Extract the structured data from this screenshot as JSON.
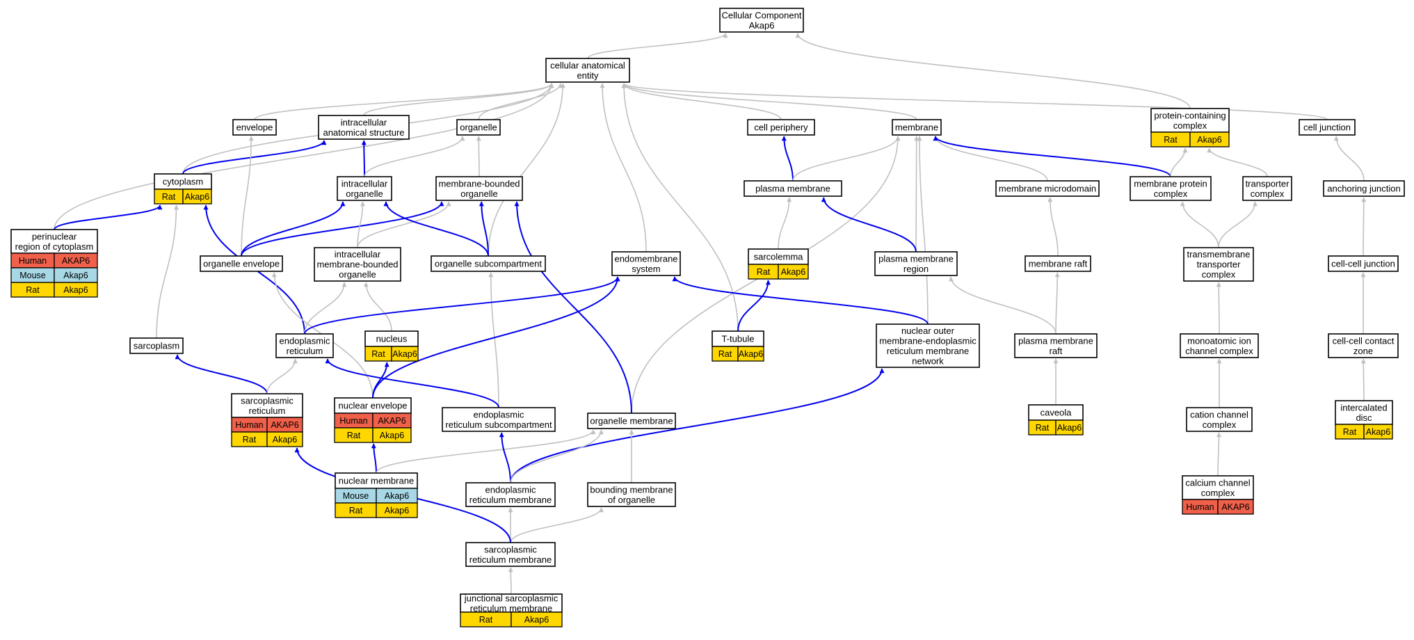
{
  "colors": {
    "human": "#f0604a",
    "mouse": "#a8d8e6",
    "rat": "#ffd700",
    "grey_edge": "#c0c0c0",
    "blue_edge": "#0000ee"
  },
  "nodes": [
    {
      "id": "root",
      "label": [
        "Cellular Component",
        "Akap6"
      ]
    },
    {
      "id": "cae",
      "label": [
        "cellular anatomical",
        "entity"
      ]
    },
    {
      "id": "envelope",
      "label": [
        "envelope"
      ]
    },
    {
      "id": "ias",
      "label": [
        "intracellular",
        "anatomical structure"
      ]
    },
    {
      "id": "organelle",
      "label": [
        "organelle"
      ]
    },
    {
      "id": "cellperiph",
      "label": [
        "cell periphery"
      ]
    },
    {
      "id": "membrane",
      "label": [
        "membrane"
      ]
    },
    {
      "id": "pcc",
      "label": [
        "protein-containing",
        "complex"
      ],
      "species": [
        [
          "rat",
          "Rat",
          "Akap6"
        ]
      ]
    },
    {
      "id": "celljunction",
      "label": [
        "cell junction"
      ]
    },
    {
      "id": "cytoplasm",
      "label": [
        "cytoplasm"
      ],
      "species": [
        [
          "rat",
          "Rat",
          "Akap6"
        ]
      ]
    },
    {
      "id": "intraorg",
      "label": [
        "intracellular",
        "organelle"
      ]
    },
    {
      "id": "mbo",
      "label": [
        "membrane-bounded",
        "organelle"
      ]
    },
    {
      "id": "plasmamem",
      "label": [
        "plasma membrane"
      ]
    },
    {
      "id": "memmicro",
      "label": [
        "membrane microdomain"
      ]
    },
    {
      "id": "mpc",
      "label": [
        "membrane protein",
        "complex"
      ]
    },
    {
      "id": "transcomp",
      "label": [
        "transporter",
        "complex"
      ]
    },
    {
      "id": "anchjunc",
      "label": [
        "anchoring junction"
      ]
    },
    {
      "id": "perinuc",
      "label": [
        "perinuclear",
        "region of cytoplasm"
      ],
      "species": [
        [
          "human",
          "Human",
          "AKAP6"
        ],
        [
          "mouse",
          "Mouse",
          "Akap6"
        ],
        [
          "rat",
          "Rat",
          "Akap6"
        ]
      ]
    },
    {
      "id": "orgenv",
      "label": [
        "organelle envelope"
      ]
    },
    {
      "id": "imbo",
      "label": [
        "intracellular",
        "membrane-bounded",
        "organelle"
      ]
    },
    {
      "id": "orgsub",
      "label": [
        "organelle subcompartment"
      ]
    },
    {
      "id": "endosys",
      "label": [
        "endomembrane",
        "system"
      ]
    },
    {
      "id": "sarcolemma",
      "label": [
        "sarcolemma"
      ],
      "species": [
        [
          "rat",
          "Rat",
          "Akap6"
        ]
      ]
    },
    {
      "id": "pmregion",
      "label": [
        "plasma membrane",
        "region"
      ]
    },
    {
      "id": "memraft",
      "label": [
        "membrane raft"
      ]
    },
    {
      "id": "tmtc",
      "label": [
        "transmembrane",
        "transporter",
        "complex"
      ]
    },
    {
      "id": "ccjunc",
      "label": [
        "cell-cell junction"
      ]
    },
    {
      "id": "sarcoplasm",
      "label": [
        "sarcoplasm"
      ]
    },
    {
      "id": "er",
      "label": [
        "endoplasmic",
        "reticulum"
      ]
    },
    {
      "id": "nucleus",
      "label": [
        "nucleus"
      ],
      "species": [
        [
          "rat",
          "Rat",
          "Akap6"
        ]
      ]
    },
    {
      "id": "ttubule",
      "label": [
        "T-tubule"
      ],
      "species": [
        [
          "rat",
          "Rat",
          "Akap6"
        ]
      ]
    },
    {
      "id": "nomer",
      "label": [
        "nuclear outer",
        "membrane-endoplasmic",
        "reticulum membrane",
        "network"
      ]
    },
    {
      "id": "pmraft",
      "label": [
        "plasma membrane",
        "raft"
      ]
    },
    {
      "id": "maicc",
      "label": [
        "monoatomic ion",
        "channel complex"
      ]
    },
    {
      "id": "cczone",
      "label": [
        "cell-cell contact",
        "zone"
      ]
    },
    {
      "id": "sr",
      "label": [
        "sarcoplasmic",
        "reticulum"
      ],
      "species": [
        [
          "human",
          "Human",
          "AKAP6"
        ],
        [
          "rat",
          "Rat",
          "Akap6"
        ]
      ]
    },
    {
      "id": "nucenv",
      "label": [
        "nuclear envelope"
      ],
      "species": [
        [
          "human",
          "Human",
          "AKAP6"
        ],
        [
          "rat",
          "Rat",
          "Akap6"
        ]
      ]
    },
    {
      "id": "ersub",
      "label": [
        "endoplasmic",
        "reticulum subcompartment"
      ]
    },
    {
      "id": "orgmem",
      "label": [
        "organelle membrane"
      ]
    },
    {
      "id": "caveola",
      "label": [
        "caveola"
      ],
      "species": [
        [
          "rat",
          "Rat",
          "Akap6"
        ]
      ]
    },
    {
      "id": "catcc",
      "label": [
        "cation channel",
        "complex"
      ]
    },
    {
      "id": "intdisc",
      "label": [
        "intercalated",
        "disc"
      ],
      "species": [
        [
          "rat",
          "Rat",
          "Akap6"
        ]
      ]
    },
    {
      "id": "nucmem",
      "label": [
        "nuclear membrane"
      ],
      "species": [
        [
          "mouse",
          "Mouse",
          "Akap6"
        ],
        [
          "rat",
          "Rat",
          "Akap6"
        ]
      ]
    },
    {
      "id": "ermem",
      "label": [
        "endoplasmic",
        "reticulum membrane"
      ]
    },
    {
      "id": "bmo",
      "label": [
        "bounding membrane",
        "of organelle"
      ]
    },
    {
      "id": "calcc",
      "label": [
        "calcium channel",
        "complex"
      ],
      "species": [
        [
          "human",
          "Human",
          "AKAP6"
        ]
      ]
    },
    {
      "id": "srmem",
      "label": [
        "sarcoplasmic",
        "reticulum membrane"
      ]
    },
    {
      "id": "jsrm",
      "label": [
        "junctional sarcoplasmic",
        "reticulum membrane"
      ],
      "species": [
        [
          "rat",
          "Rat",
          "Akap6"
        ]
      ]
    }
  ],
  "edges": [
    [
      "cae",
      "root",
      "grey"
    ],
    [
      "pcc",
      "root",
      "grey"
    ],
    [
      "envelope",
      "cae",
      "grey"
    ],
    [
      "ias",
      "cae",
      "grey"
    ],
    [
      "organelle",
      "cae",
      "grey"
    ],
    [
      "cellperiph",
      "cae",
      "grey"
    ],
    [
      "membrane",
      "cae",
      "grey"
    ],
    [
      "celljunction",
      "cae",
      "grey"
    ],
    [
      "cytoplasm",
      "cae",
      "grey"
    ],
    [
      "perinuc",
      "cae",
      "grey"
    ],
    [
      "orgsub",
      "cae",
      "grey"
    ],
    [
      "endosys",
      "cae",
      "grey"
    ],
    [
      "ttubule",
      "cae",
      "grey"
    ],
    [
      "cytoplasm",
      "ias",
      "blue"
    ],
    [
      "intraorg",
      "ias",
      "blue"
    ],
    [
      "intraorg",
      "organelle",
      "grey"
    ],
    [
      "mbo",
      "organelle",
      "grey"
    ],
    [
      "plasmamem",
      "cellperiph",
      "blue"
    ],
    [
      "plasmamem",
      "membrane",
      "grey"
    ],
    [
      "memmicro",
      "membrane",
      "grey"
    ],
    [
      "mpc",
      "membrane",
      "blue"
    ],
    [
      "pmregion",
      "membrane",
      "grey"
    ],
    [
      "nomer",
      "membrane",
      "grey"
    ],
    [
      "orgmem",
      "membrane",
      "grey"
    ],
    [
      "mpc",
      "pcc",
      "grey"
    ],
    [
      "transcomp",
      "pcc",
      "grey"
    ],
    [
      "anchjunc",
      "celljunction",
      "grey"
    ],
    [
      "perinuc",
      "cytoplasm",
      "blue"
    ],
    [
      "er",
      "cytoplasm",
      "blue"
    ],
    [
      "sarcoplasm",
      "cytoplasm",
      "grey"
    ],
    [
      "orgenv",
      "envelope",
      "grey"
    ],
    [
      "orgenv",
      "intraorg",
      "blue"
    ],
    [
      "orgenv",
      "mbo",
      "blue"
    ],
    [
      "imbo",
      "intraorg",
      "grey"
    ],
    [
      "imbo",
      "mbo",
      "grey"
    ],
    [
      "orgsub",
      "intraorg",
      "blue"
    ],
    [
      "orgsub",
      "mbo",
      "blue"
    ],
    [
      "orgmem",
      "mbo",
      "blue"
    ],
    [
      "sarcolemma",
      "plasmamem",
      "grey"
    ],
    [
      "pmregion",
      "plasmamem",
      "blue"
    ],
    [
      "memraft",
      "memmicro",
      "grey"
    ],
    [
      "tmtc",
      "mpc",
      "grey"
    ],
    [
      "tmtc",
      "transcomp",
      "grey"
    ],
    [
      "ccjunc",
      "anchjunc",
      "grey"
    ],
    [
      "er",
      "imbo",
      "grey"
    ],
    [
      "nucleus",
      "imbo",
      "grey"
    ],
    [
      "nucenv",
      "orgenv",
      "grey"
    ],
    [
      "ersub",
      "orgsub",
      "grey"
    ],
    [
      "er",
      "endosys",
      "blue"
    ],
    [
      "nucenv",
      "endosys",
      "blue"
    ],
    [
      "nomer",
      "endosys",
      "blue"
    ],
    [
      "ttubule",
      "sarcolemma",
      "blue"
    ],
    [
      "pmraft",
      "pmregion",
      "grey"
    ],
    [
      "pmraft",
      "memraft",
      "grey"
    ],
    [
      "maicc",
      "tmtc",
      "grey"
    ],
    [
      "cczone",
      "ccjunc",
      "grey"
    ],
    [
      "sr",
      "sarcoplasm",
      "blue"
    ],
    [
      "sr",
      "er",
      "grey"
    ],
    [
      "nucenv",
      "nucleus",
      "blue"
    ],
    [
      "ersub",
      "er",
      "blue"
    ],
    [
      "ermem",
      "nomer",
      "blue"
    ],
    [
      "caveola",
      "pmraft",
      "grey"
    ],
    [
      "catcc",
      "maicc",
      "grey"
    ],
    [
      "intdisc",
      "cczone",
      "grey"
    ],
    [
      "nucmem",
      "nucenv",
      "blue"
    ],
    [
      "nucmem",
      "orgmem",
      "grey"
    ],
    [
      "ermem",
      "ersub",
      "blue"
    ],
    [
      "ermem",
      "orgmem",
      "grey"
    ],
    [
      "bmo",
      "orgmem",
      "grey"
    ],
    [
      "calcc",
      "catcc",
      "grey"
    ],
    [
      "srmem",
      "ermem",
      "grey"
    ],
    [
      "srmem",
      "bmo",
      "grey"
    ],
    [
      "srmem",
      "sr",
      "blue"
    ],
    [
      "jsrm",
      "srmem",
      "grey"
    ]
  ]
}
